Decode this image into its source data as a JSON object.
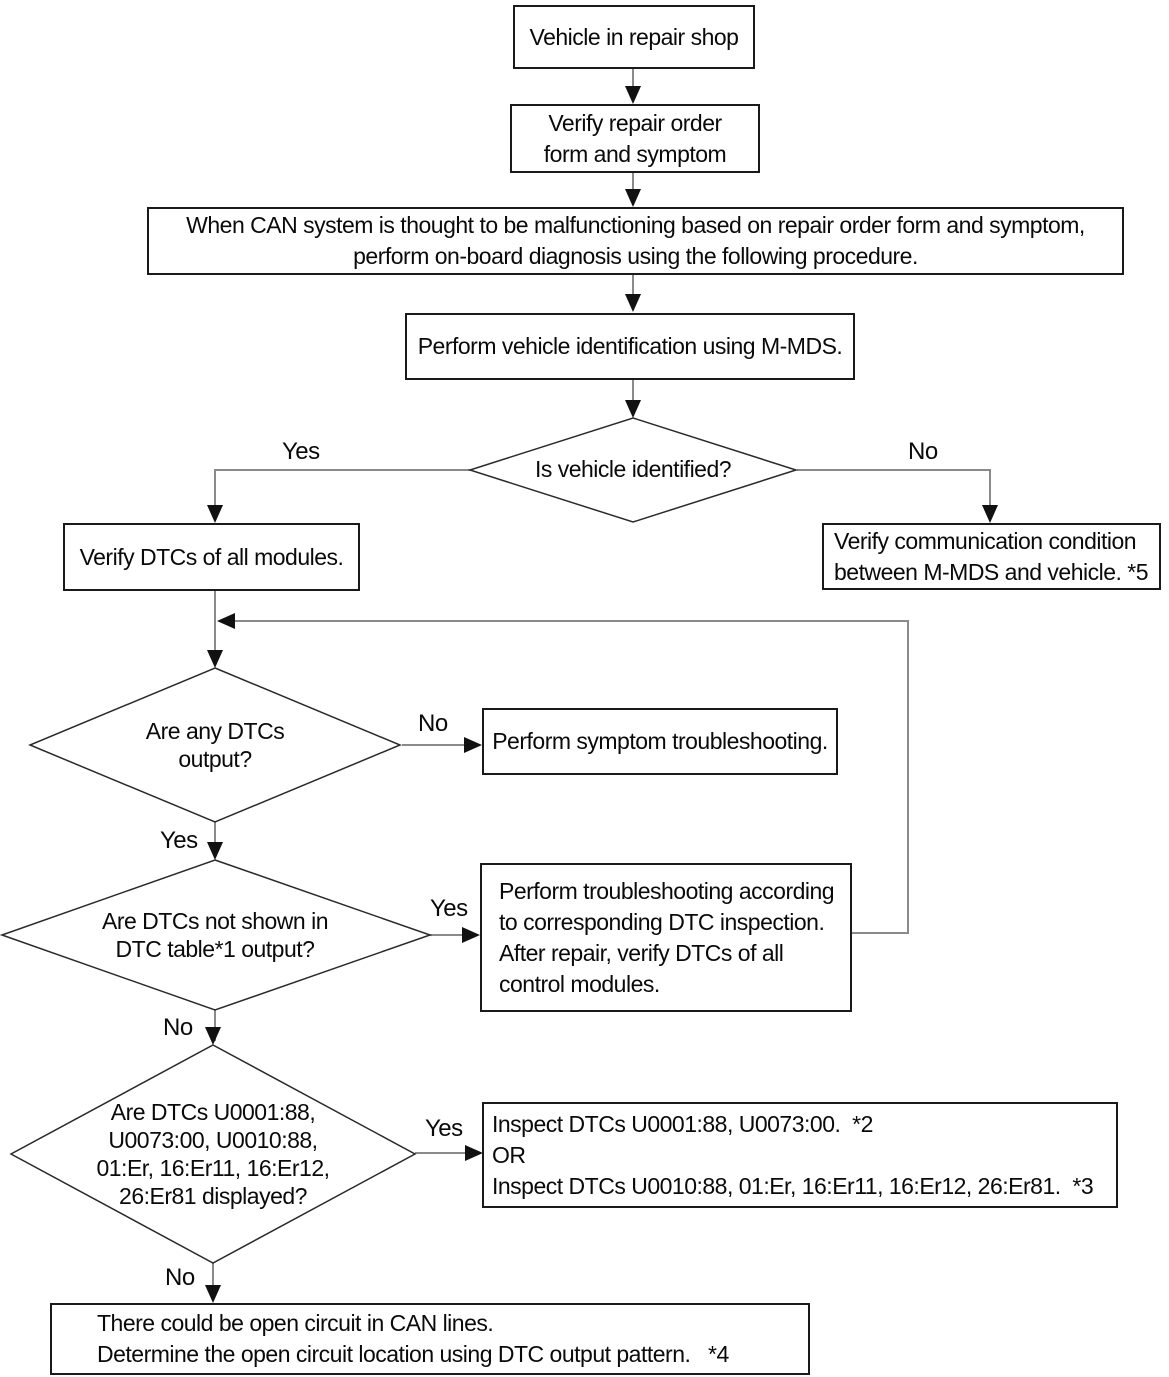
{
  "flowchart": {
    "boxes": {
      "repair_shop": "Vehicle in repair shop",
      "verify_order": "Verify repair order\nform and symptom",
      "when_can": "When CAN system is thought to be malfunctioning based on repair order form and symptom,\nperform on-board diagnosis using the following procedure.",
      "vehicle_id": "Perform vehicle identification using M-MDS.",
      "verify_dtcs": "Verify DTCs of all modules.",
      "verify_comm": "Verify communication condition\nbetween M-MDS and vehicle. *5",
      "symptom": "Perform symptom troubleshooting.",
      "troubleshoot": "Perform troubleshooting according\nto corresponding DTC inspection.\nAfter repair, verify DTCs of all\ncontrol modules.",
      "inspect_line1": "Inspect DTCs U0001:88, U0073:00.  *2",
      "inspect_or": "OR",
      "inspect_line2": "Inspect DTCs U0010:88, 01:Er, 16:Er11, 16:Er12, 26:Er81.  *3",
      "open_circuit": "There could be open circuit in CAN lines.\nDetermine the open circuit location using DTC output pattern.   *4"
    },
    "decisions": {
      "is_identified": "Is vehicle identified?",
      "any_dtcs": "Are any DTCs\noutput?",
      "not_in_table": "Are DTCs not shown in\nDTC table*1 output?",
      "dtc_list": "Are DTCs U0001:88,\nU0073:00, U0010:88,\n01:Er, 16:Er11, 16:Er12,\n26:Er81 displayed?"
    },
    "labels": {
      "identified_yes": "Yes",
      "identified_no": "No",
      "any_dtcs_no": "No",
      "any_dtcs_yes": "Yes",
      "not_in_table_yes": "Yes",
      "not_in_table_no": "No",
      "dtc_list_yes": "Yes",
      "dtc_list_no": "No"
    },
    "colors": {
      "line": "#8a8a8a",
      "arrow": "#111111",
      "border": "#1a1a1a"
    }
  }
}
